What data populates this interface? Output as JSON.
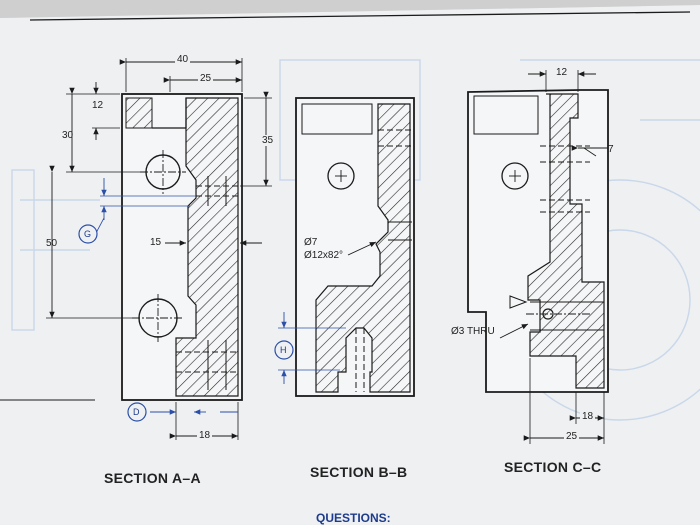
{
  "colors": {
    "paper": "#eef0f2",
    "ink": "#1b1b1b",
    "hatch": "#2a2a2a",
    "dimension_blue": "#2c4fa8",
    "ghost_blueprint": "#c9d7ea"
  },
  "sections": {
    "a": {
      "title": "SECTION A–A",
      "dims": {
        "width_overall": "40",
        "width_upper": "25",
        "height_30": "30",
        "height_12": "12",
        "height_50": "50",
        "height_35": "35",
        "depth_15": "15",
        "bottom_18": "18"
      },
      "callouts": {
        "g": "G",
        "d": "D"
      }
    },
    "b": {
      "title": "SECTION B–B",
      "note_hole": "Ø7",
      "note_csk": "Ø12x82°",
      "callouts": {
        "h": "H"
      }
    },
    "c": {
      "title": "SECTION C–C",
      "dims": {
        "top_12": "12",
        "side_7": "7",
        "bottom_18": "18",
        "bottom_25": "25"
      },
      "note_thru": "Ø3 THRU"
    }
  },
  "footer": {
    "questions": "QUESTIONS:"
  }
}
